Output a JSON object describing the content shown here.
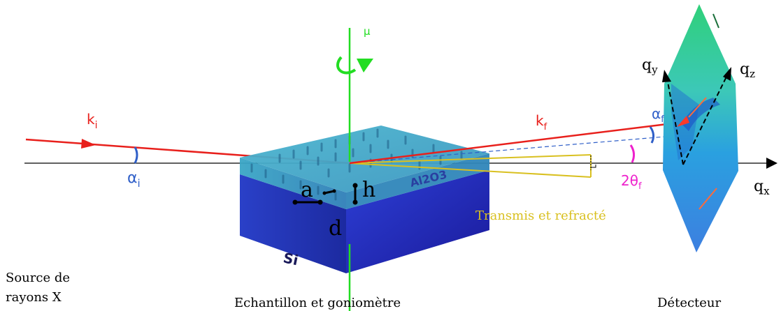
{
  "labels": {
    "mu": "μ",
    "ki": "k",
    "ki_sub": "i",
    "kf": "k",
    "kf_sub": "f",
    "alpha_i": "α",
    "alpha_i_sub": "i",
    "alpha_f": "α",
    "alpha_f_sub": "f",
    "two_theta_f": "2θ",
    "two_theta_f_sub": "f",
    "qx": "q",
    "qx_sub": "x",
    "qy": "q",
    "qy_sub": "y",
    "qz": "q",
    "qz_sub": "z",
    "a": "a",
    "h": "h",
    "d": "d",
    "al2o3": "Al2O3",
    "si": "Si",
    "transmitted": "Transmis et refracté",
    "source_line1": "Source de",
    "source_line2": "rayons X",
    "sample": "Echantillon et goniomètre",
    "detector": "Détecteur"
  },
  "colors": {
    "beam": "#e8201c",
    "goniometer_axis": "#22dd22",
    "angle_blue": "#2f5fc8",
    "angle_magenta": "#ee22cc",
    "transmitted": "#d9c020",
    "al2o3_layer": "#3fa0c8",
    "si_layer": "#2a2ac8",
    "axis": "#000000"
  }
}
